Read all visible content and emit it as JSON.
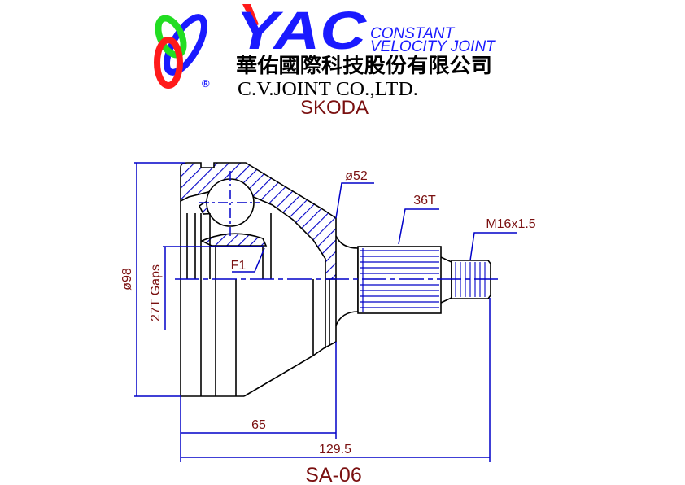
{
  "logo": {
    "brand": "YAC",
    "tagline_line1": "CONSTANT",
    "tagline_line2": "VELOCITY JOINT",
    "company_chinese": "華佑國際科技股份有限公司",
    "company_english": "C.V.JOINT CO.,LTD.",
    "registered_mark": "®"
  },
  "make": "SKODA",
  "part_number": "SA-06",
  "labels": {
    "outer_diameter": "ø98",
    "inner_spline": "27T Gaps",
    "seal_diameter": "ø52",
    "outer_spline": "36T",
    "thread": "M16x1.5",
    "f1": "F1",
    "body_length": "65",
    "overall_length": "129.5"
  },
  "colors": {
    "dimension": "#0000c8",
    "label": "#7a1010",
    "outline": "#000000",
    "logo_blue": "#1a1aff",
    "logo_red": "#ff1a1a",
    "logo_green": "#22dd22"
  }
}
